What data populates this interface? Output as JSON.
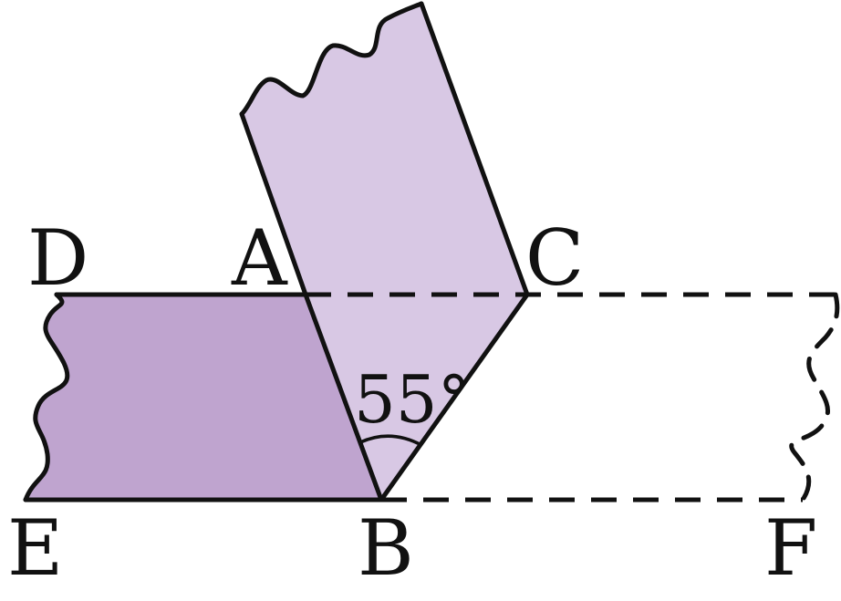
{
  "figure": {
    "points": {
      "A": "A",
      "B": "B",
      "C": "C",
      "D": "D",
      "E": "E",
      "F": "F"
    },
    "angle_label": "55°"
  },
  "colors": {
    "lower_strip": "#bfa4cf",
    "folded_flap": "#d8c8e4",
    "stroke": "#111111",
    "background": "#ffffff"
  }
}
